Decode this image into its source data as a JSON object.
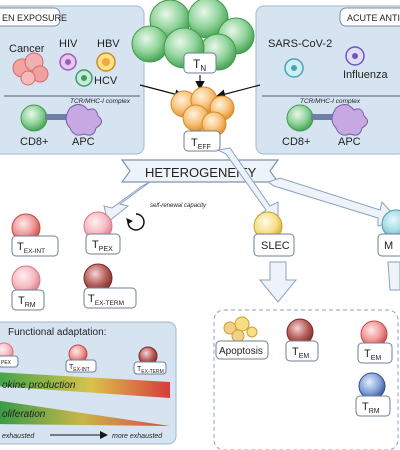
{
  "panels": {
    "left_header": "EN EXPOSURE",
    "right_header": "ACUTE ANTIC"
  },
  "chronic": {
    "cancer": "Cancer",
    "hiv": "HIV",
    "hbv": "HBV",
    "hcv": "HCV",
    "complex": "TCR/MHC-I complex",
    "cd8": "CD8+",
    "apc": "APC"
  },
  "acute": {
    "sars": "SARS-CoV-2",
    "influenza": "Influenza",
    "complex": "TCR/MHC-I complex",
    "cd8": "CD8+",
    "apc": "APC"
  },
  "center": {
    "tn": "T",
    "tn_sub": "N",
    "teff": "T",
    "teff_sub": "EFF",
    "heterogeneity": "HETEROGENEITY"
  },
  "exhausted": {
    "self_renewal": "self-renewal capacity",
    "tex_int": "T",
    "tex_int_sub": "EX-INT",
    "tpex": "T",
    "tpex_sub": "PEX",
    "trm": "T",
    "trm_sub": "RM",
    "tex_term": "T",
    "tex_term_sub": "EX-TERM"
  },
  "functional": {
    "title": "Functional adaptation:",
    "cell1_sub": "PEX",
    "cell2": "T",
    "cell2_sub": "EX-INT",
    "cell3": "T",
    "cell3_sub": "EX-TERM",
    "cytokine": "okine production",
    "prolif": "oliferation",
    "less": "exhausted",
    "more": "more exhausted"
  },
  "slec": {
    "slec": "SLEC",
    "apoptosis": "Apoptosis",
    "tem": "T",
    "tem_sub": "EM"
  },
  "mpec": {
    "m": "M",
    "tem": "T",
    "tem_sub": "EM",
    "trm": "T",
    "trm_sub": "RM"
  },
  "colors": {
    "panel_blue": "#d6e4f2",
    "tn_green": "#5fbf6a",
    "teff_orange": "#f2a93b",
    "exhausted_red": "#d9534f",
    "slec_yellow": "#f3d36a",
    "tem_red": "#c0392b",
    "trm_blue": "#3a5a9a",
    "arrow_blue": "#c9d9ee"
  }
}
